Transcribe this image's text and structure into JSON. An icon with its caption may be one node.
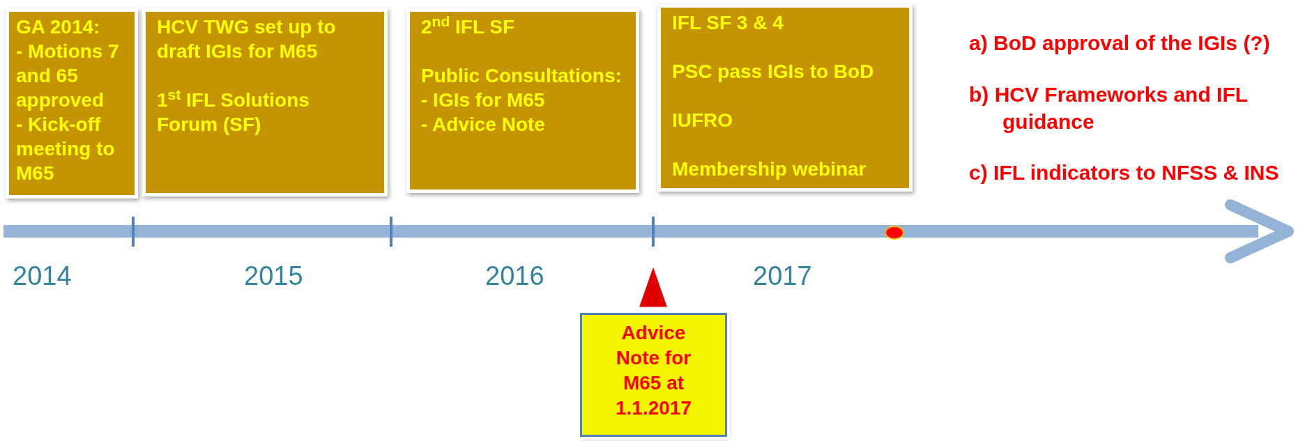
{
  "diagram": {
    "nodes": [
      {
        "text": [
          "GA 2014:",
          "- Motions 7 and 65 approved",
          "- Kick-off meeting to M65"
        ]
      },
      {
        "text": [
          "HCV TWG set up to draft IGIs for M65",
          "1$^{st}$ IFL Solutions Forum (SF)"
        ]
      },
      {
        "text": [
          "2$^{nd}$ IFL SF",
          "Public Consultations:",
          "- IGIs for M65",
          "- Advice Note"
        ]
      },
      {
        "text": [
          "IFL SF 3 & 4",
          "PSC pass IGIs to BoD",
          "IUFRO",
          "Membership webinar"
        ]
      },
      {
        "text": [
          "Advice Note for M65 at 1.1.2017"
        ]
      }
    ],
    "labels": [
      "a) BoD approval of the IGIs (?)",
      "b) HCV Frameworks and IFL guidance",
      "c) IFL indicators to NFSS & INS",
      "2014",
      "2015",
      "2016",
      "2017"
    ]
  }
}
